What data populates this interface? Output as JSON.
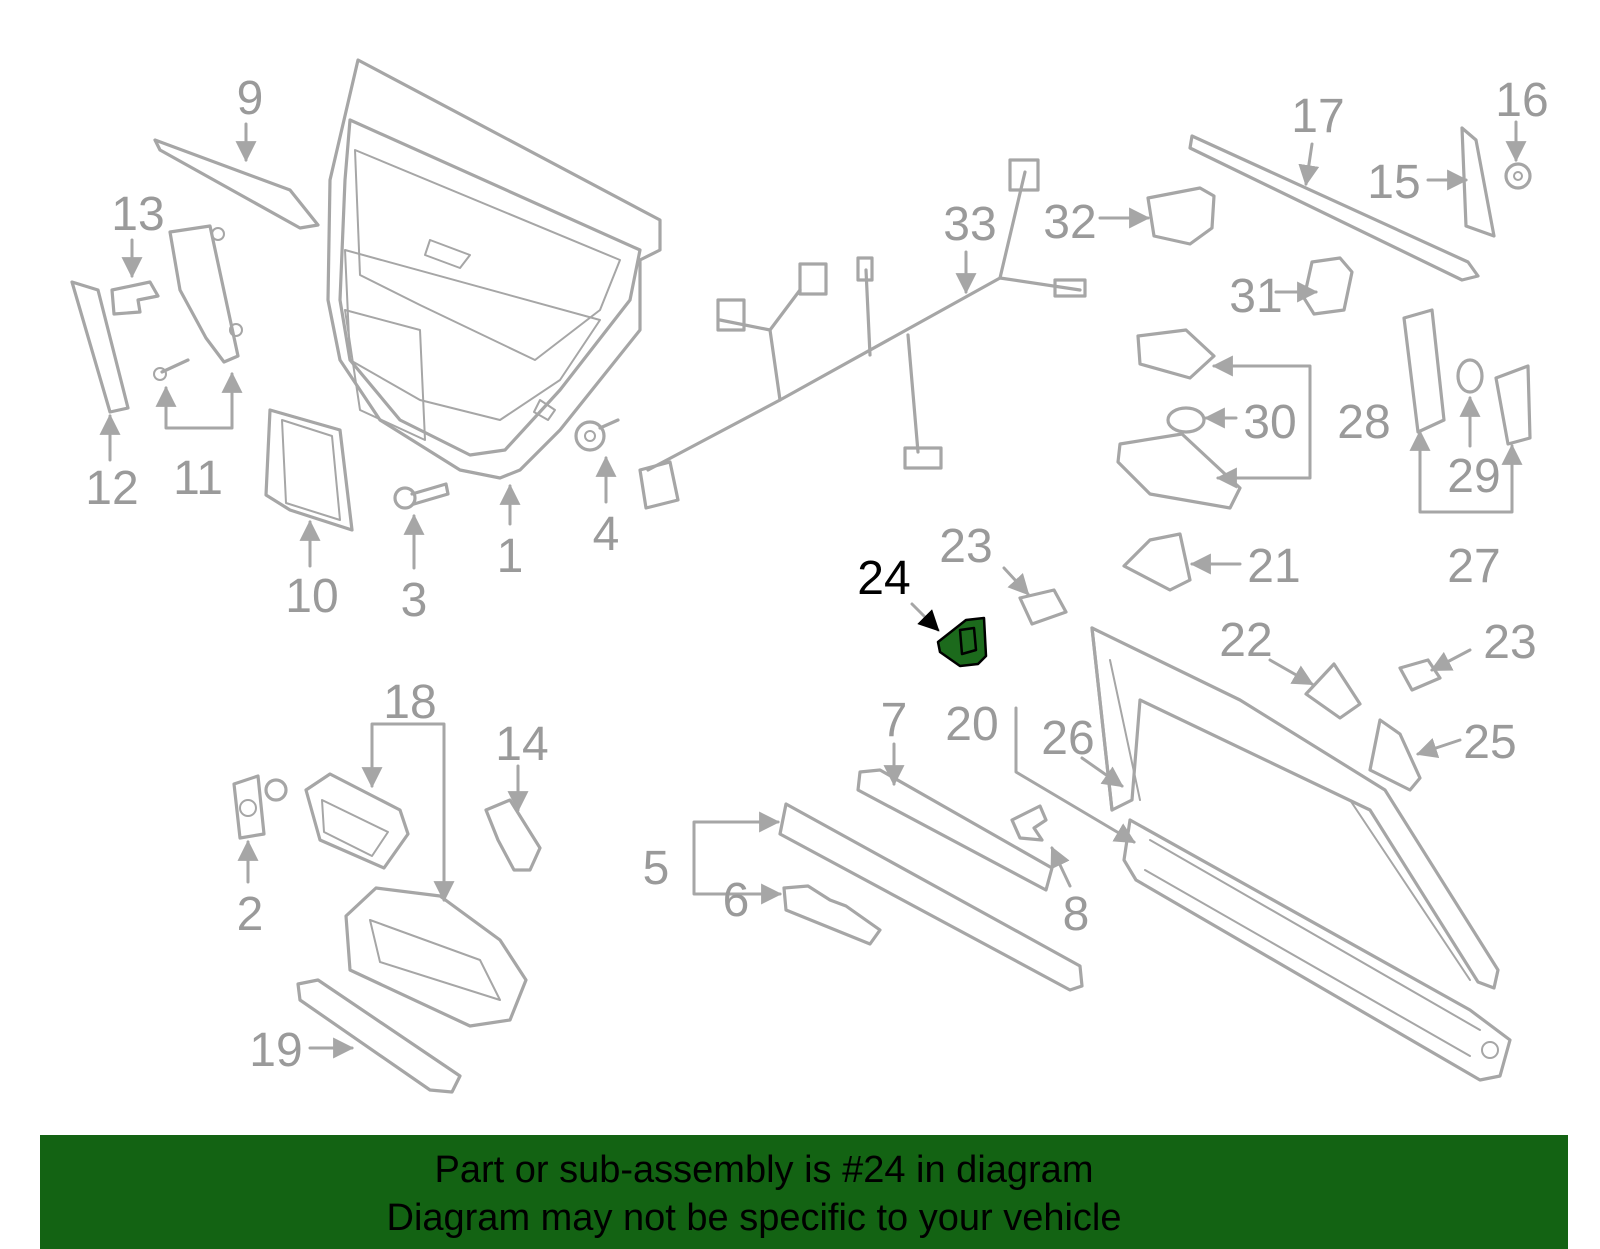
{
  "highlight": {
    "part_number": "24",
    "color": "#1c6a1c"
  },
  "callouts": [
    "1",
    "2",
    "3",
    "4",
    "5",
    "6",
    "7",
    "8",
    "9",
    "10",
    "11",
    "12",
    "13",
    "14",
    "15",
    "16",
    "17",
    "18",
    "19",
    "20",
    "21",
    "22",
    "23",
    "23",
    "24",
    "25",
    "26",
    "27",
    "28",
    "29",
    "30",
    "31",
    "32",
    "33"
  ],
  "footer": {
    "line1": "Part or sub-assembly is #24 in diagram",
    "line2": "Diagram may not be specific to your vehicle",
    "background": "#136313"
  }
}
